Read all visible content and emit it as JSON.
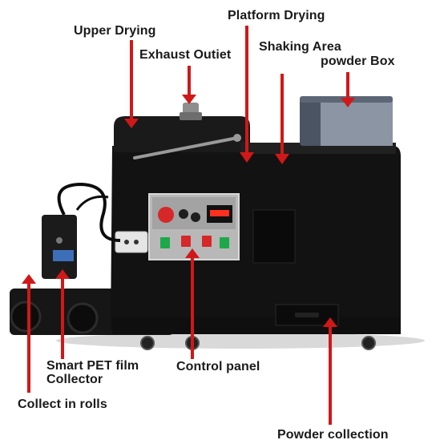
{
  "labels": {
    "platform_drying": "Platform Drying",
    "upper_drying": "Upper Drying",
    "exhaust_outlet": "Exhaust Outiet",
    "shaking_area": "Shaking Area",
    "powder_box": "powder Box",
    "smart_pet_line1": "Smart PET  film",
    "smart_pet_line2": "Collector",
    "control_panel": "Control  panel",
    "collect_in_rolls": "Collect in rolls",
    "powder_collection": "Powder collection"
  },
  "colors": {
    "machine_body": "#121212",
    "panel_face": "#b8b8b8",
    "arrow": "#d01818",
    "button_green": "#1ea84a",
    "button_red": "#d62828",
    "display_red": "#ff3020"
  }
}
